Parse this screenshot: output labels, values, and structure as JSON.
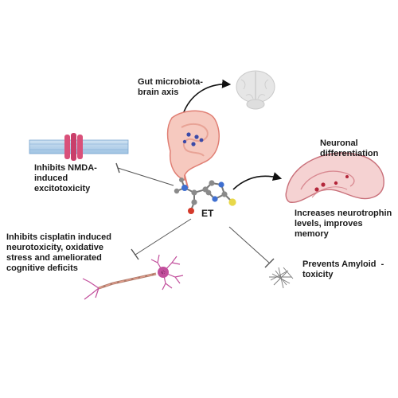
{
  "labels": {
    "gut": [
      "Gut microbiota-",
      "brain axis"
    ],
    "nmda": [
      "Inhibits NMDA-",
      "induced",
      "excitotoxicity"
    ],
    "neuronal": [
      "Neuronal",
      "differentiation"
    ],
    "et": "ET",
    "neurotrophin": [
      "Increases neurotrophin",
      "levels, improves",
      "memory"
    ],
    "cisplatin": [
      "Inhibits cisplatin induced",
      "neurotoxicity, oxidative",
      "stress and ameliorated",
      "cognitive deficits"
    ],
    "amyloid": [
      "Prevents Amyloid  -",
      "toxicity"
    ]
  },
  "colors": {
    "arrow": "#111111",
    "inhibition_line": "#555555",
    "gut_fill": "#f6c9bf",
    "gut_outline": "#e07f74",
    "bacteria": "#3b4aa8",
    "brain": "#e6e6e6",
    "membrane_blue": "#9fc3e3",
    "receptor": "#d9507a",
    "hippocampus": "#f5d2d2",
    "hippocampus_outline": "#c9707a",
    "neuron": "#c24f9c",
    "amyloid": "#7a7a7a",
    "atom_carbon": "#8a8a8a",
    "atom_nitrogen": "#3f6fd0",
    "atom_oxygen": "#d43a2a",
    "atom_sulfur": "#e8d84a"
  },
  "icons": [
    "brain-icon",
    "gut-icon",
    "membrane-receptor-icon",
    "hippocampus-icon",
    "ergothioneine-molecule-icon",
    "neuron-icon",
    "amyloid-fibril-icon"
  ]
}
